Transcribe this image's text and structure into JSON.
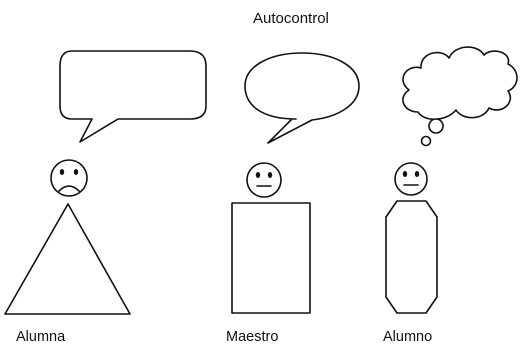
{
  "title": "Autocontrol",
  "figures": [
    {
      "id": "alumna",
      "label": "Alumna",
      "bubble": "speech-rectangle",
      "face": "sad",
      "body": "triangle"
    },
    {
      "id": "maestro",
      "label": "Maestro",
      "bubble": "speech-oval",
      "face": "neutral",
      "body": "rectangle"
    },
    {
      "id": "alumno",
      "label": "Alumno",
      "bubble": "thought-cloud",
      "face": "neutral",
      "body": "octagon"
    }
  ],
  "colors": {
    "ink": "#111111",
    "background": "#ffffff"
  }
}
